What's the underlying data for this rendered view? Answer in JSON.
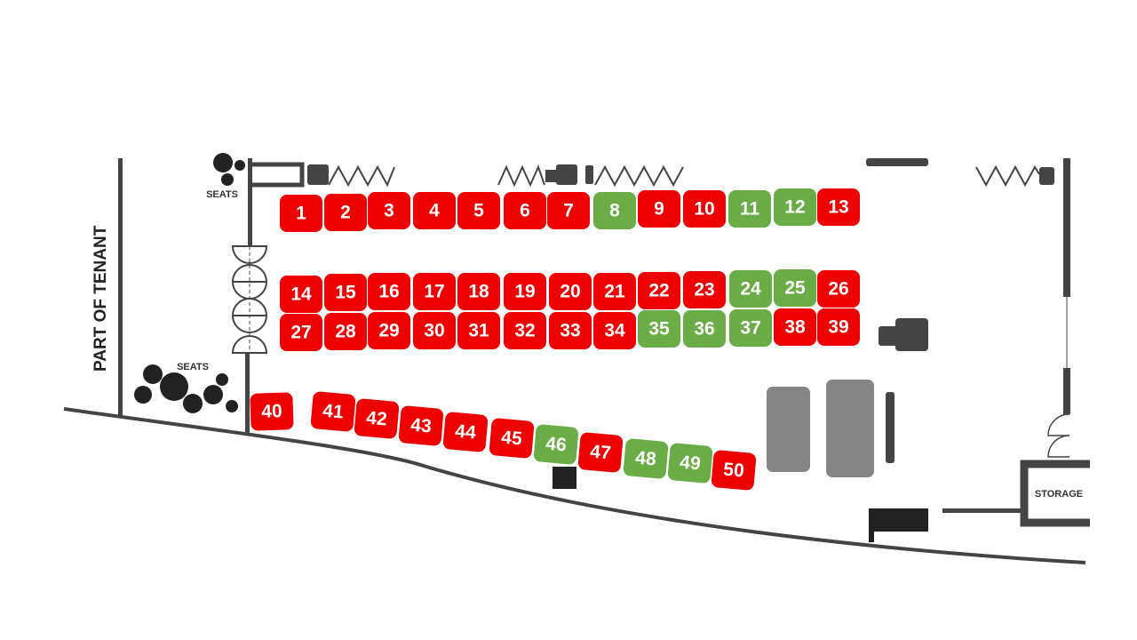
{
  "labels": {
    "part_of_tenant": "PART OF TENANT",
    "seats_top": "SEATS",
    "seats_bottom": "SEATS",
    "storage": "STORAGE"
  },
  "legend_colors": {
    "taken": "#ee0000",
    "available": "#6aac45"
  },
  "icons": [
    "door-icon",
    "stanchion-icon",
    "seat-icon",
    "camera-icon"
  ],
  "booths": [
    {
      "label": "1",
      "status": "taken"
    },
    {
      "label": "2",
      "status": "taken"
    },
    {
      "label": "3",
      "status": "taken"
    },
    {
      "label": "4",
      "status": "taken"
    },
    {
      "label": "5",
      "status": "taken"
    },
    {
      "label": "6",
      "status": "taken"
    },
    {
      "label": "7",
      "status": "taken"
    },
    {
      "label": "8",
      "status": "available"
    },
    {
      "label": "9",
      "status": "taken"
    },
    {
      "label": "10",
      "status": "taken"
    },
    {
      "label": "11",
      "status": "available"
    },
    {
      "label": "12",
      "status": "available"
    },
    {
      "label": "13",
      "status": "taken"
    },
    {
      "label": "14",
      "status": "taken"
    },
    {
      "label": "15",
      "status": "taken"
    },
    {
      "label": "16",
      "status": "taken"
    },
    {
      "label": "17",
      "status": "taken"
    },
    {
      "label": "18",
      "status": "taken"
    },
    {
      "label": "19",
      "status": "taken"
    },
    {
      "label": "20",
      "status": "taken"
    },
    {
      "label": "21",
      "status": "taken"
    },
    {
      "label": "22",
      "status": "taken"
    },
    {
      "label": "23",
      "status": "taken"
    },
    {
      "label": "24",
      "status": "available"
    },
    {
      "label": "25",
      "status": "available"
    },
    {
      "label": "26",
      "status": "taken"
    },
    {
      "label": "27",
      "status": "taken"
    },
    {
      "label": "28",
      "status": "taken"
    },
    {
      "label": "29",
      "status": "taken"
    },
    {
      "label": "30",
      "status": "taken"
    },
    {
      "label": "31",
      "status": "taken"
    },
    {
      "label": "32",
      "status": "taken"
    },
    {
      "label": "33",
      "status": "taken"
    },
    {
      "label": "34",
      "status": "taken"
    },
    {
      "label": "35",
      "status": "available"
    },
    {
      "label": "36",
      "status": "available"
    },
    {
      "label": "37",
      "status": "available"
    },
    {
      "label": "38",
      "status": "taken"
    },
    {
      "label": "39",
      "status": "taken"
    },
    {
      "label": "40",
      "status": "taken"
    },
    {
      "label": "41",
      "status": "taken"
    },
    {
      "label": "42",
      "status": "taken"
    },
    {
      "label": "43",
      "status": "taken"
    },
    {
      "label": "44",
      "status": "taken"
    },
    {
      "label": "45",
      "status": "taken"
    },
    {
      "label": "46",
      "status": "available"
    },
    {
      "label": "47",
      "status": "taken"
    },
    {
      "label": "48",
      "status": "available"
    },
    {
      "label": "49",
      "status": "available"
    },
    {
      "label": "50",
      "status": "taken"
    }
  ]
}
